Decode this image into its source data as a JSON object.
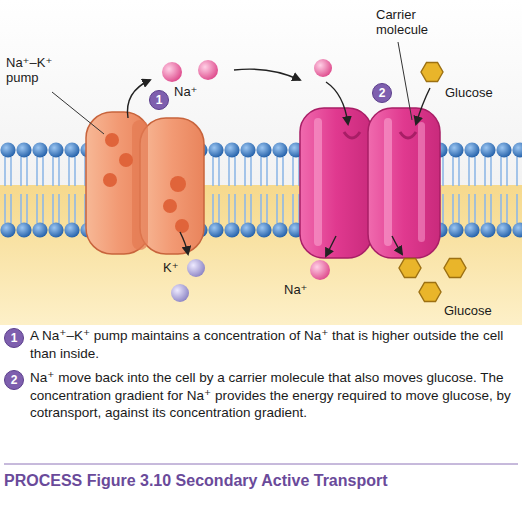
{
  "diagram": {
    "caption": "PROCESS Figure 3.10 Secondary Active Transport",
    "nodes": [
      {
        "text": [
          "1"
        ]
      },
      {
        "text": [
          "2"
        ]
      },
      {
        "text": [
          "1"
        ]
      },
      {
        "text": [
          "2"
        ]
      }
    ],
    "labels": [
      "Na⁺–K⁺ pump",
      "Na⁺",
      "Carrier molecule",
      "Glucose",
      "K⁺",
      "Na⁺",
      "Glucose",
      "A Na⁺–K⁺ pump maintains a concentration of Na⁺ that is higher outside the cell than inside.",
      "Na⁺ move back into the cell by a carrier molecule that also moves glucose. The concentration gradient for Na⁺ provides the energy required to move glucose, by cotransport, against its concentration gradient."
    ]
  }
}
